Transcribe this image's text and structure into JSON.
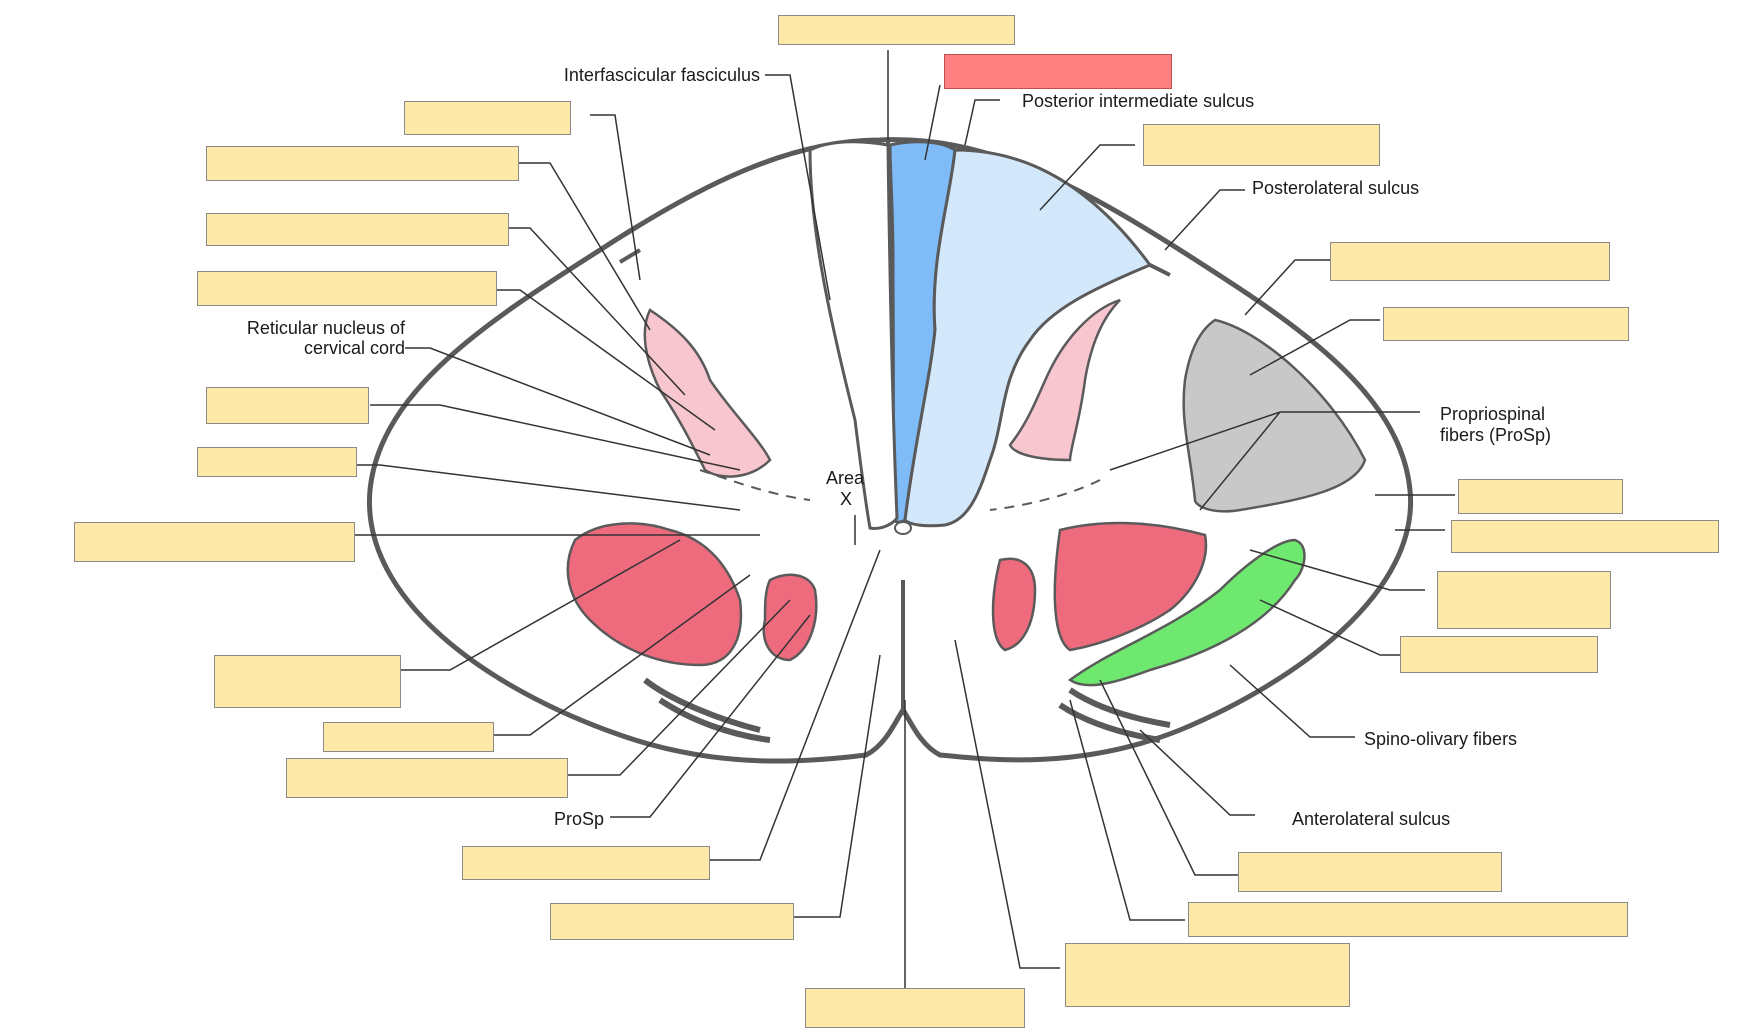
{
  "labels": {
    "interfascicular": "Interfascicular fasciculus",
    "posterior_intermediate": "Posterior intermediate sulcus",
    "posterolateral": "Posterolateral sulcus",
    "reticular_line1": "Reticular nucleus of",
    "reticular_line2": "cervical cord",
    "propriospinal_line1": "Propriospinal",
    "propriospinal_line2": "fibers (ProSp)",
    "area": "Area",
    "area_x": "X",
    "spino_olivary": "Spino-olivary fibers",
    "anterolateral": "Anterolateral sulcus",
    "prosp": "ProSp"
  },
  "answer_boxes": [
    {
      "id": "top-center",
      "state": "blank"
    },
    {
      "id": "top-center-highlighted",
      "state": "active"
    },
    {
      "id": "left-1",
      "state": "blank"
    },
    {
      "id": "left-2",
      "state": "blank"
    },
    {
      "id": "left-3",
      "state": "blank"
    },
    {
      "id": "left-4",
      "state": "blank"
    },
    {
      "id": "left-5",
      "state": "blank"
    },
    {
      "id": "left-6",
      "state": "blank"
    },
    {
      "id": "left-7",
      "state": "blank"
    },
    {
      "id": "left-8",
      "state": "blank"
    },
    {
      "id": "left-9",
      "state": "blank"
    },
    {
      "id": "left-10",
      "state": "blank"
    },
    {
      "id": "bottom-1",
      "state": "blank"
    },
    {
      "id": "bottom-2",
      "state": "blank"
    },
    {
      "id": "bottom-3",
      "state": "blank"
    },
    {
      "id": "right-1",
      "state": "blank"
    },
    {
      "id": "right-2",
      "state": "blank"
    },
    {
      "id": "right-3",
      "state": "blank"
    },
    {
      "id": "right-4",
      "state": "blank"
    },
    {
      "id": "right-5",
      "state": "blank"
    },
    {
      "id": "right-6",
      "state": "blank"
    },
    {
      "id": "right-7",
      "state": "blank"
    },
    {
      "id": "right-8",
      "state": "blank"
    },
    {
      "id": "right-9",
      "state": "blank"
    },
    {
      "id": "right-10",
      "state": "blank"
    }
  ],
  "colors": {
    "blank_box": "#ffe9a8",
    "active_box": "#ff8080",
    "fasciculus_gracilis": "#7fbcf7",
    "fasciculus_cuneatus": "#d3e8fb",
    "posterior_horn": "#f7c6cf",
    "anterior_horn": "#ee6b7e",
    "spinocerebellar": "#c8c8c8",
    "spinothalamic": "#6ee86e",
    "outline": "#5a5a5a"
  }
}
